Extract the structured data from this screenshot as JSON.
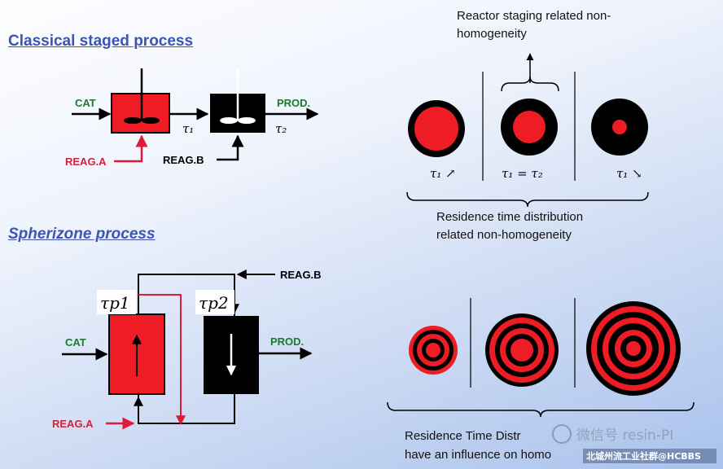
{
  "headings": {
    "classical": "Classical staged process",
    "spherizone": "Spherizone process"
  },
  "classical": {
    "cat": "CAT",
    "prod": "PROD.",
    "reag_a": "REAG.A",
    "reag_b": "REAG.B",
    "tau1": "τ₁",
    "tau2": "τ₂"
  },
  "spherizone": {
    "cat": "CAT",
    "prod": "PROD.",
    "reag_a": "REAG.A",
    "reag_b": "REAG.B",
    "tau_p1": "τp1",
    "tau_p2": "τp2"
  },
  "right_top": {
    "caption_line1": "Reactor staging related non-",
    "caption_line2": "homogeneity",
    "tau1_up": "τ₁ ↗",
    "tau_equal": "τ₁ = τ₂",
    "tau1_down": "τ₁ ↘",
    "rtd_line1": "Residence time distribution",
    "rtd_line2": "related non-homogeneity"
  },
  "right_bottom": {
    "caption_line1": "Residence Time Distr",
    "caption_line2": "have an influence on homo"
  },
  "watermark": {
    "text": "微信号 resin-PI",
    "badge": "北城州流工业社群@HCBBS"
  },
  "colors": {
    "red": "#ee1c24",
    "black": "#000000",
    "label_green": "#1a7a2e",
    "label_red": "#d31f3a",
    "heading_blue": "#3a55b3"
  }
}
